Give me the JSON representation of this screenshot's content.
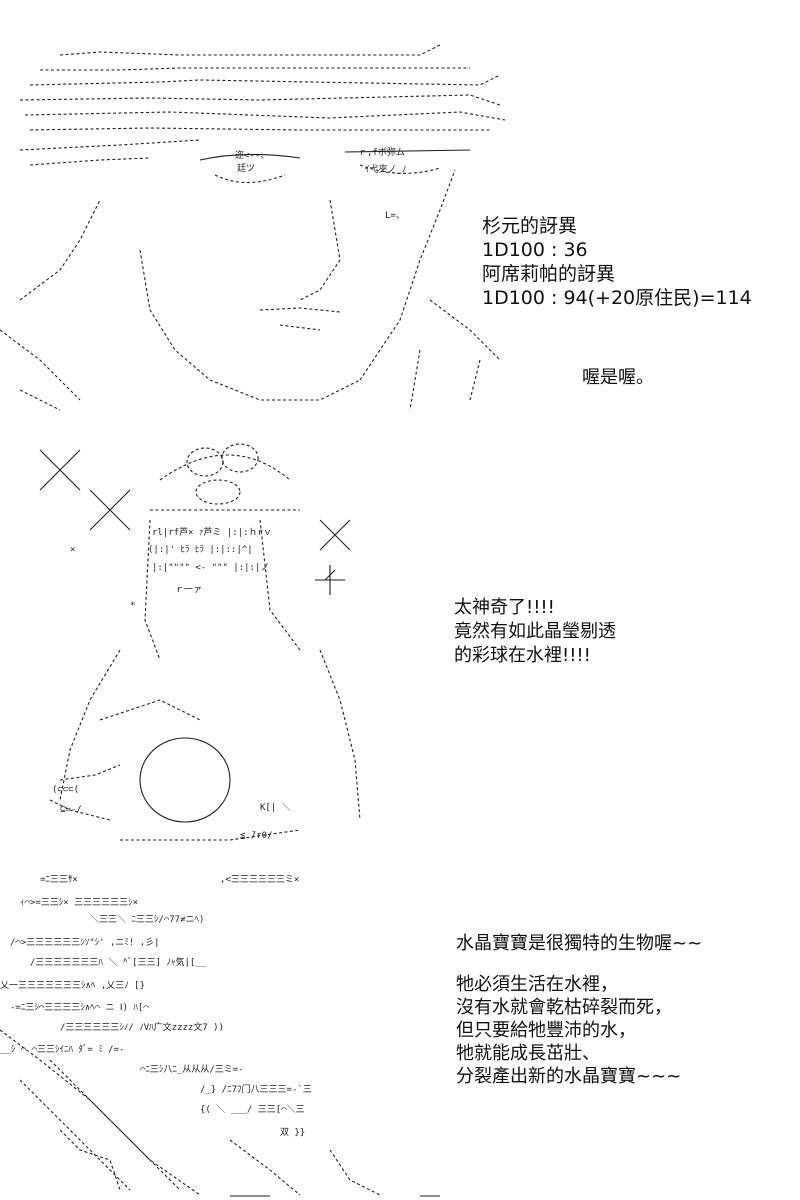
{
  "panel1": {
    "art_icon": "ascii-art-man-face-icon",
    "dice_lines": [
      "杉元的訝異",
      "1D100 : 36",
      "阿席莉帕的訝異",
      "1D100 : 94(+20原住民)=114"
    ],
    "reply": "喔是喔。"
  },
  "panel2": {
    "art_icon": "ascii-art-girl-holding-orb-icon",
    "speech_lines": [
      "太神奇了!!!!",
      "竟然有如此晶瑩剔透",
      "的彩球在水裡!!!!"
    ]
  },
  "panel3": {
    "art_icon": "ascii-art-crystal-creature-icon",
    "speech_lines": [
      "水晶寶寶是很獨特的生物喔~~",
      "",
      "牠必須生活在水裡，",
      "沒有水就會乾枯碎裂而死，",
      "但只要給牠豐沛的水，",
      "牠就能成長茁壯、",
      "分裂產出新的水晶寶寶~~~"
    ]
  }
}
